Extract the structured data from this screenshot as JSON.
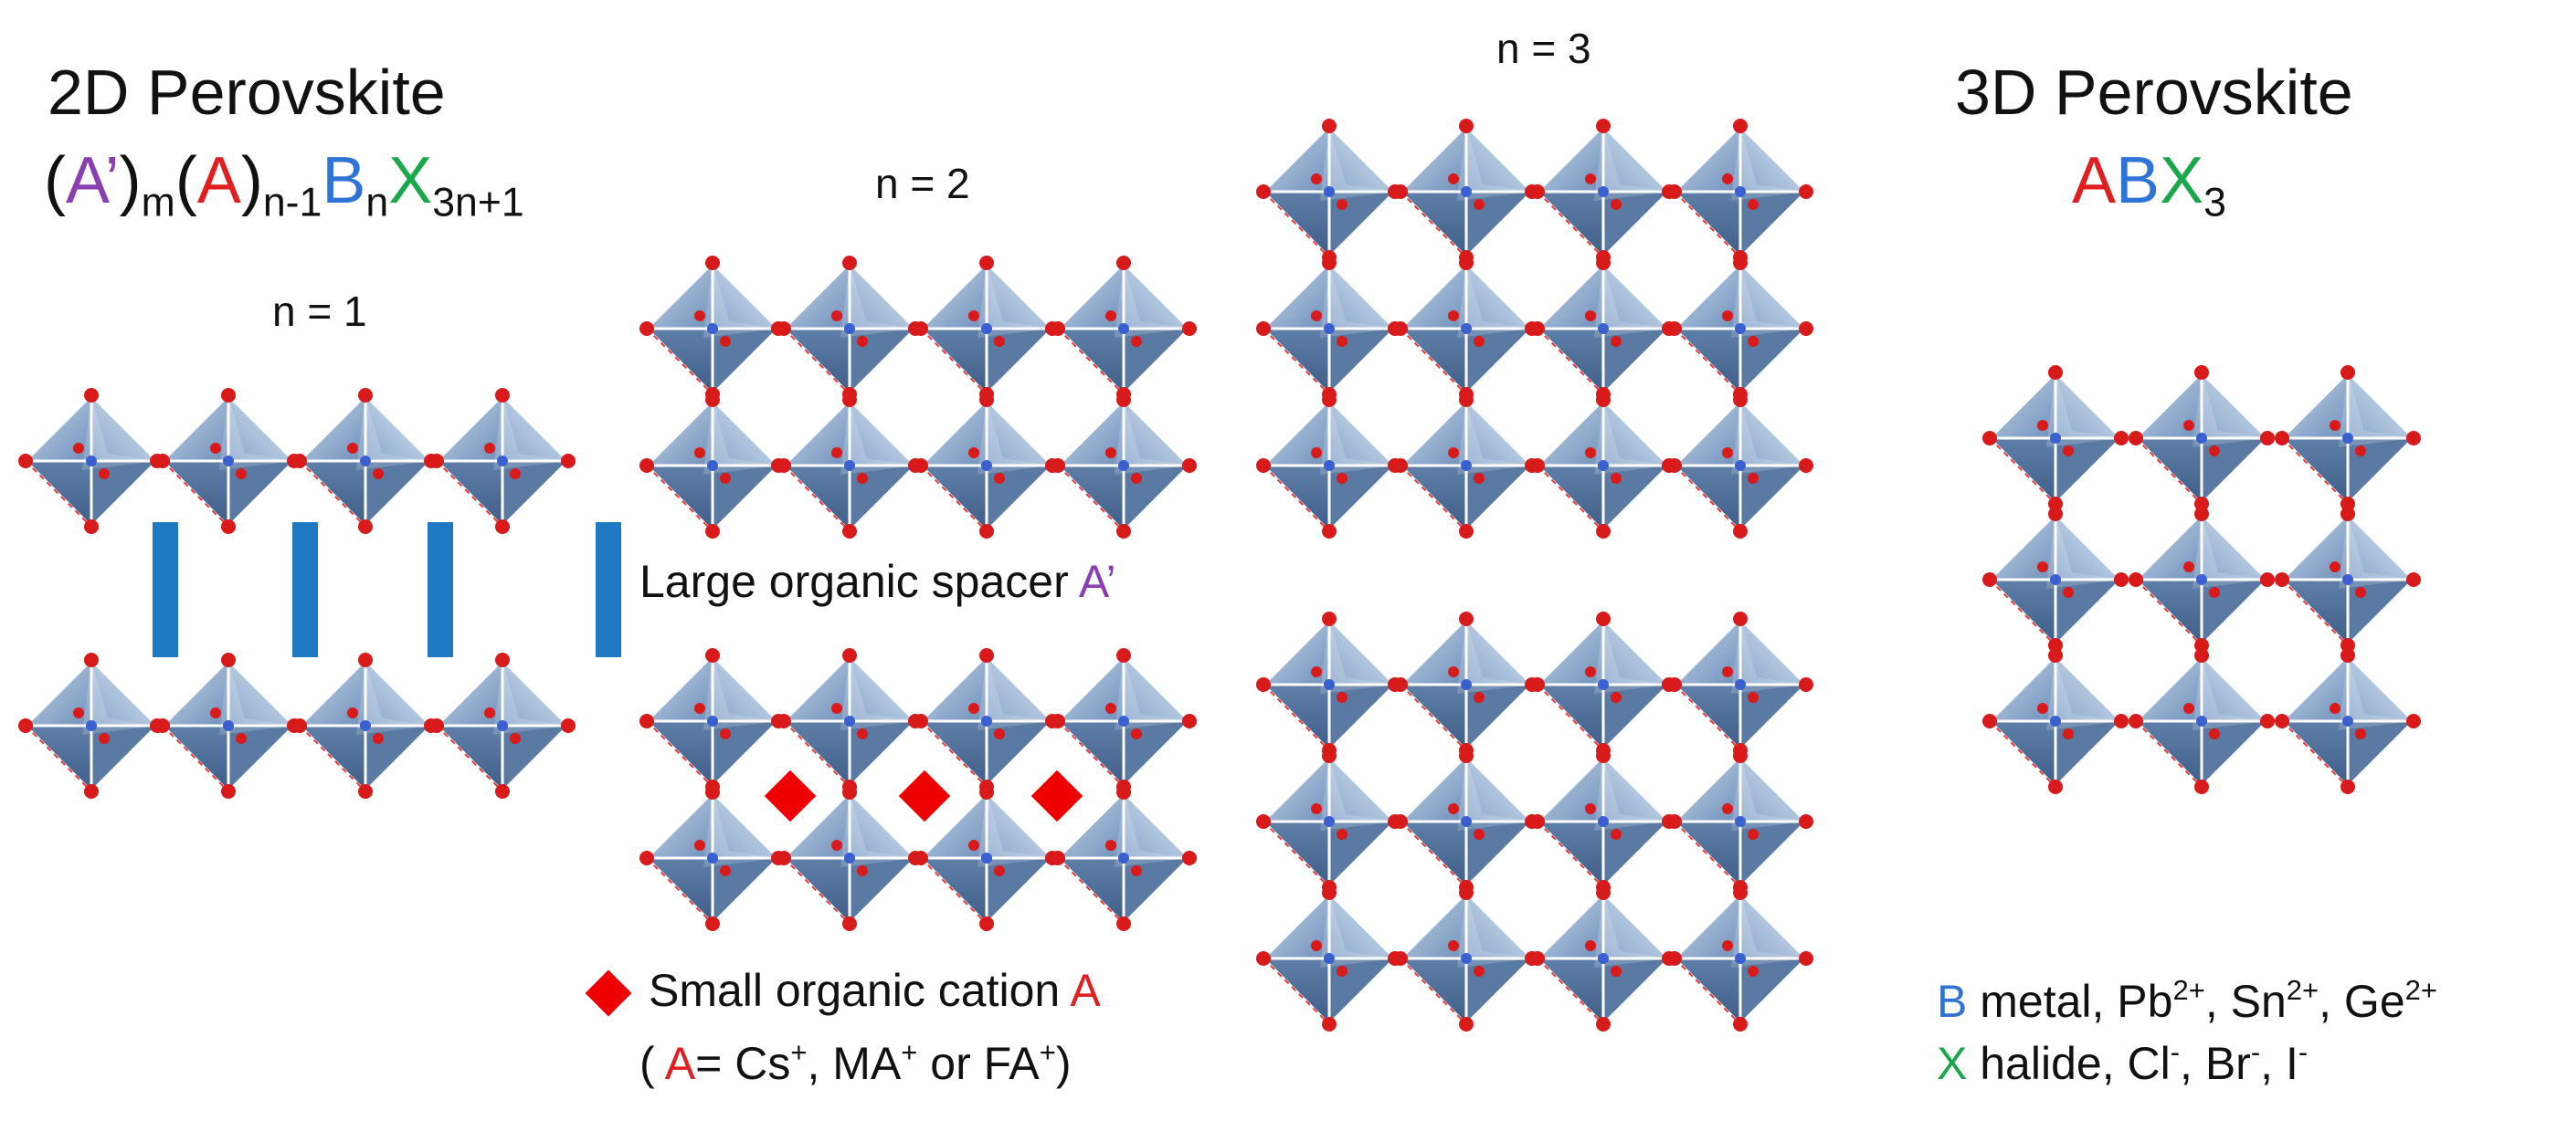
{
  "colors": {
    "purple": "#8a3fb0",
    "red": "#e02020",
    "blue": "#2f73d6",
    "green": "#1aa84a",
    "spacer": "#1e78c2",
    "cation": "#ee0000",
    "octa_face": "#7f9fc6",
    "atom": "#d81a1a"
  },
  "left": {
    "title": "2D Perovskite",
    "formula": {
      "open1": "(",
      "a_prime": "A’",
      "close1": ")",
      "m": "m",
      "open2": "(",
      "a": "A",
      "close2": ")",
      "nm1": "n-1",
      "b": "B",
      "n": "n",
      "x": "X",
      "x_sub": "3n+1"
    }
  },
  "labels": {
    "n1": "n = 1",
    "n2": "n = 2",
    "n3": "n = 3"
  },
  "spacer_legend": {
    "text": "Large organic spacer ",
    "symbol": "A’"
  },
  "cation_legend": {
    "line1_text": "Small organic cation ",
    "line1_symbol": "A",
    "line2_open": "( ",
    "line2_symbol": "A",
    "line2_eq": "= Cs",
    "line2_cs_sup": "+",
    "line2_ma": ", MA",
    "line2_ma_sup": "+",
    "line2_or": " or FA",
    "line2_fa_sup": "+",
    "line2_close": ")"
  },
  "right": {
    "title": "3D Perovskite",
    "formula": {
      "a": "A",
      "b": "B",
      "x": "X",
      "x_sub": "3"
    }
  },
  "b_legend": {
    "symbol": "B",
    "text": " metal, Pb",
    "pb_sup": "2+",
    "sn": ", Sn",
    "sn_sup": "2+",
    "ge": ", Ge",
    "ge_sup": "2+"
  },
  "x_legend": {
    "symbol": "X",
    "text": " halide, Cl",
    "cl_sup": "-",
    "br": ", Br",
    "br_sup": "-",
    "i": ", I",
    "i_sup": "-"
  }
}
